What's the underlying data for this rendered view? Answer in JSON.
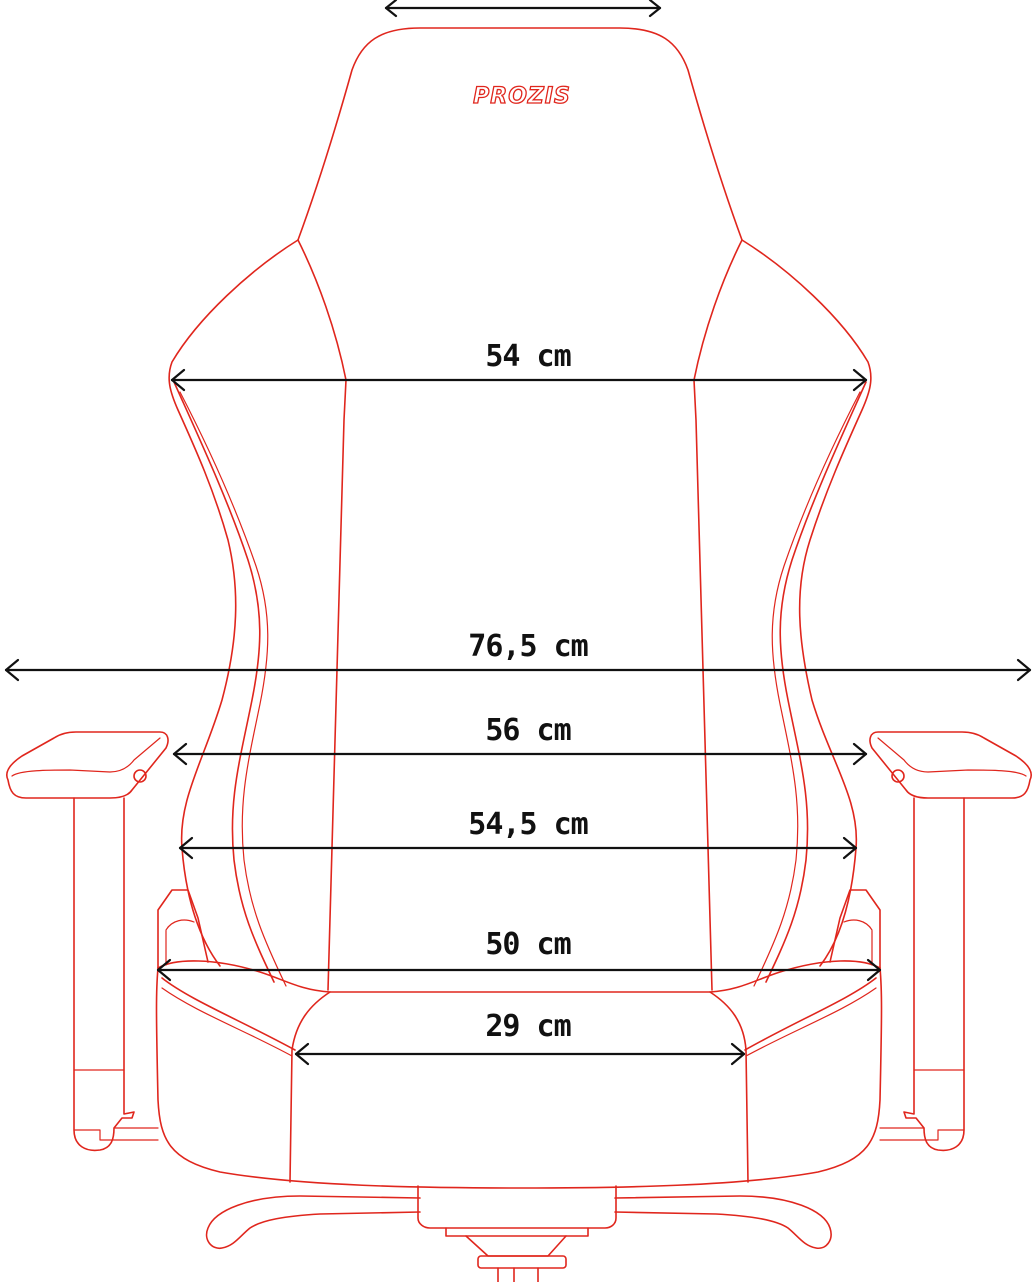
{
  "brand": "PROZIS",
  "colors": {
    "outline": "#e0261d",
    "dimension": "#111111",
    "background": "#ffffff"
  },
  "dimensions": [
    {
      "id": "top",
      "label": ""
    },
    {
      "id": "backrest-shoulder",
      "label": "54 cm"
    },
    {
      "id": "overall-width",
      "label": "76,5 cm"
    },
    {
      "id": "between-armrests",
      "label": "56 cm"
    },
    {
      "id": "backrest-lower",
      "label": "54,5 cm"
    },
    {
      "id": "seat-outer",
      "label": "50 cm"
    },
    {
      "id": "seat-inner",
      "label": "29 cm"
    }
  ]
}
